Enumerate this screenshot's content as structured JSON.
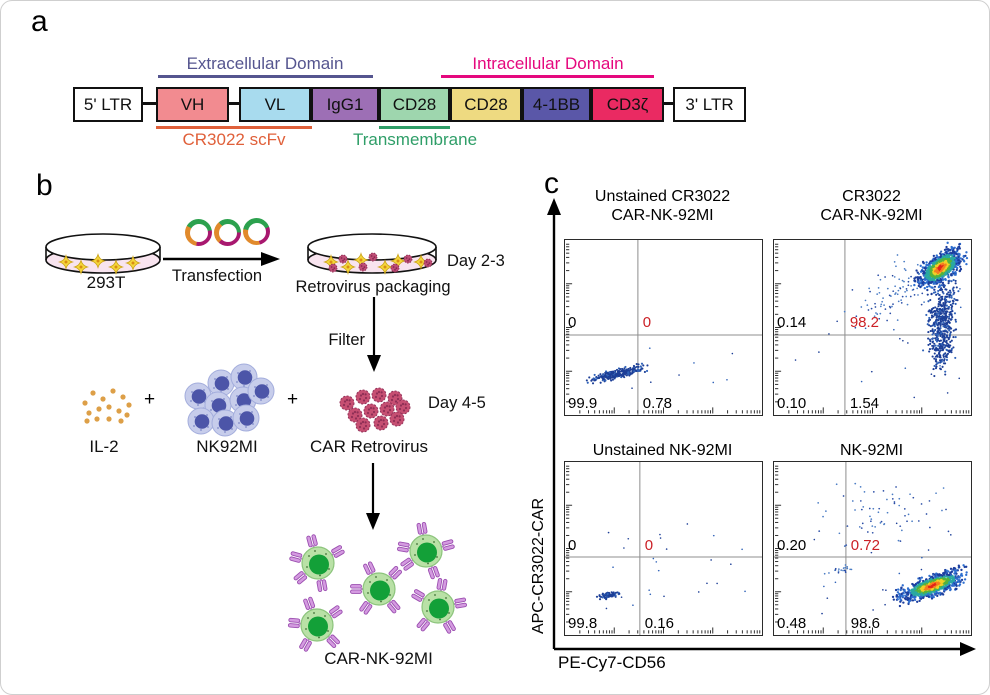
{
  "panel_a": {
    "label": "a",
    "extracellular_label": "Extracellular Domain",
    "intracellular_label": "Intracellular Domain",
    "boxes": [
      {
        "label": "5' LTR",
        "color": "#ffffff"
      },
      {
        "label": "VH",
        "color": "#f28b90"
      },
      {
        "label": "VL",
        "color": "#a8dbee"
      },
      {
        "label": "IgG1",
        "color": "#9d6fb5"
      },
      {
        "label": "CD28",
        "color": "#9ed6ae"
      },
      {
        "label": "CD28",
        "color": "#eeda81"
      },
      {
        "label": "4-1BB",
        "color": "#5a57a8"
      },
      {
        "label": "CD3ζ",
        "color": "#ea2a62"
      },
      {
        "label": "3' LTR",
        "color": "#ffffff"
      }
    ],
    "scfv_label": "CR3022 scFv",
    "transmembrane_label": "Transmembrane",
    "accent_colors": {
      "extracellular": "#55558f",
      "intracellular": "#e5087e",
      "scfv": "#e0603a",
      "transmembrane": "#2f9e68"
    }
  },
  "panel_b": {
    "label": "b",
    "dish1_caption": "293T",
    "transfection": "Transfection",
    "dish2_caption": "Retrovirus packaging",
    "day_2_3": "Day 2-3",
    "filter": "Filter",
    "plus": "+",
    "il2": "IL-2",
    "nk92mi": "NK92MI",
    "car_retrovirus": "CAR Retrovirus",
    "day_4_5": "Day 4-5",
    "product": "CAR-NK-92MI"
  },
  "panel_c": {
    "label": "c",
    "y_axis": "APC-CR3022-CAR",
    "x_axis": "PE-Cy7-CD56"
  },
  "chart_data": [
    {
      "type": "scatter",
      "subtype": "flow_cytometry_pseudocolor",
      "title_lines": [
        "Unstained CR3022",
        "CAR-NK-92MI"
      ],
      "xlabel": "PE-Cy7-CD56",
      "ylabel": "APC-CR3022-CAR",
      "x_scale": "log",
      "y_scale": "log",
      "quadrants": {
        "upper_left": "0",
        "upper_right": "0",
        "lower_left": "99.9",
        "lower_right": "0.78"
      },
      "upper_right_color": "#cb2026",
      "axes_lines": {
        "v": 0.37,
        "h": 0.543
      },
      "clusters": [
        {
          "cx": 0.27,
          "cy": 0.765,
          "rx": 0.1,
          "ry": 0.018,
          "angle": -14,
          "n": 240,
          "hot": false
        }
      ],
      "strays": {
        "n": 10,
        "x0": 0.15,
        "y0": 0.55,
        "x1": 0.9,
        "y1": 0.85
      }
    },
    {
      "type": "scatter",
      "subtype": "flow_cytometry_pseudocolor",
      "title_lines": [
        "CR3022",
        "CAR-NK-92MI"
      ],
      "xlabel": "PE-Cy7-CD56",
      "ylabel": "APC-CR3022-CAR",
      "x_scale": "log",
      "y_scale": "log",
      "quadrants": {
        "upper_left": "0.14",
        "upper_right": "98.2",
        "lower_left": "0.10",
        "lower_right": "1.54"
      },
      "upper_right_color": "#cb2026",
      "axes_lines": {
        "v": 0.36,
        "h": 0.543
      },
      "clusters": [
        {
          "cx": 0.6,
          "cy": 0.3,
          "rx": 0.17,
          "ry": 0.1,
          "angle": -30,
          "n": 90,
          "dim": true
        },
        {
          "cx": 0.85,
          "cy": 0.44,
          "rx": 0.048,
          "ry": 0.2,
          "angle": 4,
          "n": 430
        },
        {
          "cx": 0.855,
          "cy": 0.6,
          "rx": 0.04,
          "ry": 0.1,
          "angle": 0,
          "n": 110
        },
        {
          "cx": 0.845,
          "cy": 0.16,
          "rx": 0.085,
          "ry": 0.05,
          "angle": -38,
          "n": 950,
          "hot": true
        }
      ],
      "strays": {
        "n": 26,
        "x0": 0.1,
        "y0": 0.15,
        "x1": 0.95,
        "y1": 0.9
      }
    },
    {
      "type": "scatter",
      "subtype": "flow_cytometry_pseudocolor",
      "title_lines": [
        "Unstained NK-92MI"
      ],
      "xlabel": "PE-Cy7-CD56",
      "ylabel": "APC-CR3022-CAR",
      "x_scale": "log",
      "y_scale": "log",
      "quadrants": {
        "upper_left": "0",
        "upper_right": "0",
        "lower_left": "99.8",
        "lower_right": "0.16"
      },
      "upper_right_color": "#cb2026",
      "axes_lines": {
        "v": 0.38,
        "h": 0.549
      },
      "clusters": [
        {
          "cx": 0.225,
          "cy": 0.77,
          "rx": 0.034,
          "ry": 0.012,
          "angle": -14,
          "n": 80
        }
      ],
      "strays": {
        "n": 26,
        "x0": 0.2,
        "y0": 0.35,
        "x1": 0.92,
        "y1": 0.85
      }
    },
    {
      "type": "scatter",
      "subtype": "flow_cytometry_pseudocolor",
      "title_lines": [
        "NK-92MI"
      ],
      "xlabel": "PE-Cy7-CD56",
      "ylabel": "APC-CR3022-CAR",
      "x_scale": "log",
      "y_scale": "log",
      "quadrants": {
        "upper_left": "0.20",
        "upper_right": "0.72",
        "lower_left": "0.48",
        "lower_right": "98.6"
      },
      "upper_right_color": "#cb2026",
      "axes_lines": {
        "v": 0.365,
        "h": 0.549
      },
      "clusters": [
        {
          "cx": 0.55,
          "cy": 0.3,
          "rx": 0.22,
          "ry": 0.13,
          "angle": 0,
          "n": 65,
          "dim": true
        },
        {
          "cx": 0.34,
          "cy": 0.62,
          "rx": 0.05,
          "ry": 0.015,
          "angle": -5,
          "n": 20,
          "dim": true
        },
        {
          "cx": 0.805,
          "cy": 0.715,
          "rx": 0.115,
          "ry": 0.038,
          "angle": -20,
          "n": 900,
          "hot": true
        }
      ],
      "strays": {
        "n": 22,
        "x0": 0.15,
        "y0": 0.2,
        "x1": 0.95,
        "y1": 0.9
      }
    }
  ]
}
